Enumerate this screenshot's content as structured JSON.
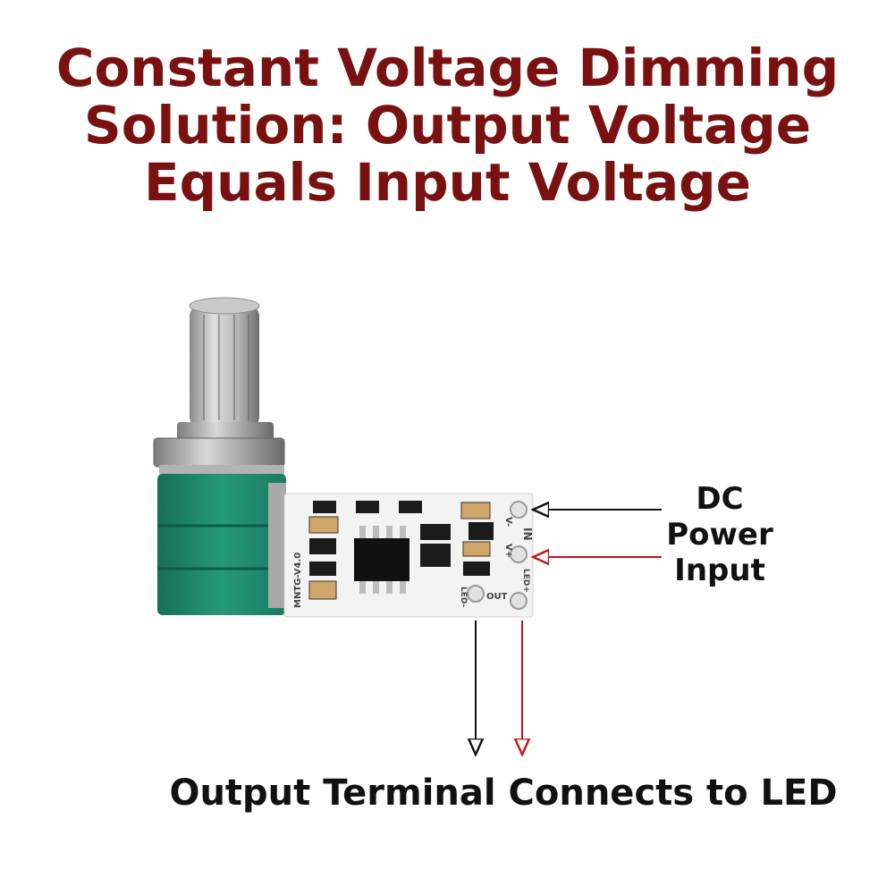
{
  "title": {
    "line1": "Constant Voltage Dimming",
    "line2": "Solution: Output Voltage",
    "line3": "Equals Input Voltage"
  },
  "labels": {
    "dc_line1": "DC",
    "dc_line2": "Power",
    "dc_line3": "Input",
    "output": "Output Terminal Connects to LED"
  },
  "board": {
    "model": "MNTG-V4.0",
    "pin_vminus": "V-",
    "pin_vplus": "V+",
    "pin_in": "IN",
    "pin_led_minus": "LED-",
    "pin_led_plus": "LED+",
    "pin_out": "OUT"
  },
  "colors": {
    "title": "#7a1111",
    "arrow_red": "#c0141c",
    "arrow_black": "#111111",
    "potentiometer_body": "#1f8a6e",
    "pcb": "#f3f3f3"
  }
}
